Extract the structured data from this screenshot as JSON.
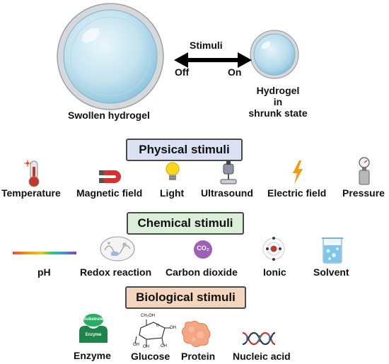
{
  "top": {
    "stimuli_label": "Stimuli",
    "off_label": "Off",
    "on_label": "On",
    "swollen_label": "Swollen hydrogel",
    "shrunk_label_1": "Hydrogel",
    "shrunk_label_2": "in",
    "shrunk_label_3": "shrunk state"
  },
  "physical": {
    "title": "Physical stimuli",
    "items": [
      "Temperature",
      "Magnetic field",
      "Light",
      "Ultrasound",
      "Electric field",
      "Pressure"
    ]
  },
  "chemical": {
    "title": "Chemical stimuli",
    "items": [
      "pH",
      "Redox reaction",
      "Carbon dioxide",
      "Ionic",
      "Solvent"
    ],
    "co2_text": "CO₂"
  },
  "biological": {
    "title": "Biological stimuli",
    "items": [
      "Enzyme",
      "Glucose",
      "Protein",
      "Nucleic acid"
    ],
    "substrate_text": "Substrate",
    "enzyme_text": "Enzyme",
    "glucose_ch2oh": "CH₂OH",
    "glucose_oh": "OH"
  }
}
